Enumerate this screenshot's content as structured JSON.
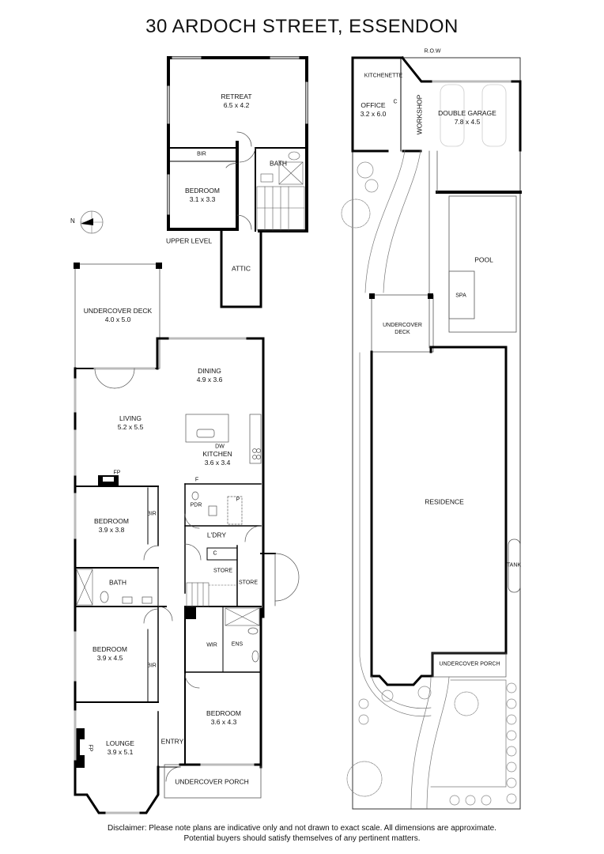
{
  "title": "30 ARDOCH STREET, ESSENDON",
  "compass": {
    "label": "N",
    "icon": "north-arrow-icon"
  },
  "upper_level": {
    "level_label": "UPPER LEVEL",
    "rooms": [
      {
        "id": "retreat",
        "name": "RETREAT",
        "size": "6.5 x 4.2"
      },
      {
        "id": "bir",
        "name": "BIR",
        "size": ""
      },
      {
        "id": "bath",
        "name": "BATH",
        "size": ""
      },
      {
        "id": "bedroom",
        "name": "BEDROOM",
        "size": "3.1 x 3.3"
      },
      {
        "id": "attic",
        "name": "ATTIC",
        "size": ""
      }
    ]
  },
  "ground_level": {
    "rooms": [
      {
        "id": "undercover-deck",
        "name": "UNDERCOVER DECK",
        "size": "4.0 x 5.0"
      },
      {
        "id": "dining",
        "name": "DINING",
        "size": "4.9 x 3.6"
      },
      {
        "id": "living",
        "name": "LIVING",
        "size": "5.2 x 5.5"
      },
      {
        "id": "kitchen",
        "name": "KITCHEN",
        "size": "3.6 x 3.4"
      },
      {
        "id": "dw",
        "name": "DW",
        "size": ""
      },
      {
        "id": "fp-living",
        "name": "FP",
        "size": ""
      },
      {
        "id": "f",
        "name": "F",
        "size": ""
      },
      {
        "id": "p",
        "name": "P",
        "size": ""
      },
      {
        "id": "pdr",
        "name": "PDR",
        "size": ""
      },
      {
        "id": "bedroom-1",
        "name": "BEDROOM",
        "size": "3.9 x 3.8"
      },
      {
        "id": "bir-1",
        "name": "BIR",
        "size": ""
      },
      {
        "id": "ldry",
        "name": "L'DRY",
        "size": ""
      },
      {
        "id": "c",
        "name": "C",
        "size": ""
      },
      {
        "id": "store-1",
        "name": "STORE",
        "size": ""
      },
      {
        "id": "store-2",
        "name": "STORE",
        "size": ""
      },
      {
        "id": "bath-ground",
        "name": "BATH",
        "size": ""
      },
      {
        "id": "bedroom-2",
        "name": "BEDROOM",
        "size": "3.9 x 4.5"
      },
      {
        "id": "bir-2",
        "name": "BIR",
        "size": ""
      },
      {
        "id": "wir",
        "name": "WIR",
        "size": ""
      },
      {
        "id": "ens",
        "name": "ENS",
        "size": ""
      },
      {
        "id": "bedroom-3",
        "name": "BEDROOM",
        "size": "3.6 x 4.3"
      },
      {
        "id": "lounge",
        "name": "LOUNGE",
        "size": "3.9 x 5.1"
      },
      {
        "id": "fp-lounge",
        "name": "FP",
        "size": ""
      },
      {
        "id": "entry",
        "name": "ENTRY",
        "size": ""
      },
      {
        "id": "undercover-porch",
        "name": "UNDERCOVER PORCH",
        "size": ""
      }
    ]
  },
  "site_plan": {
    "row_label": "R.O.W",
    "areas": [
      {
        "id": "kitchenette",
        "name": "KITCHENETTE",
        "size": ""
      },
      {
        "id": "office",
        "name": "OFFICE",
        "size": "3.2 x 6.0"
      },
      {
        "id": "office-c",
        "name": "C",
        "size": ""
      },
      {
        "id": "workshop",
        "name": "WORKSHOP",
        "size": ""
      },
      {
        "id": "double-garage",
        "name": "DOUBLE GARAGE",
        "size": "7.8 x 4.5"
      },
      {
        "id": "pool",
        "name": "POOL",
        "size": ""
      },
      {
        "id": "spa",
        "name": "SPA",
        "size": ""
      },
      {
        "id": "undercover-deck-site",
        "name": "UNDERCOVER\nDECK",
        "size": ""
      },
      {
        "id": "residence",
        "name": "RESIDENCE",
        "size": ""
      },
      {
        "id": "tank",
        "name": "TANK",
        "size": ""
      },
      {
        "id": "undercover-porch-site",
        "name": "UNDERCOVER PORCH",
        "size": ""
      }
    ]
  },
  "disclaimer": {
    "line1": "Disclaimer: Please note plans are indicative only and not drawn to exact scale. All dimensions are approximate.",
    "line2": "Potential buyers should satisfy themselves of any pertinent matters."
  },
  "colors": {
    "wall": "#000000",
    "line": "#555555",
    "window": "#bbbbbb",
    "background": "#ffffff"
  }
}
